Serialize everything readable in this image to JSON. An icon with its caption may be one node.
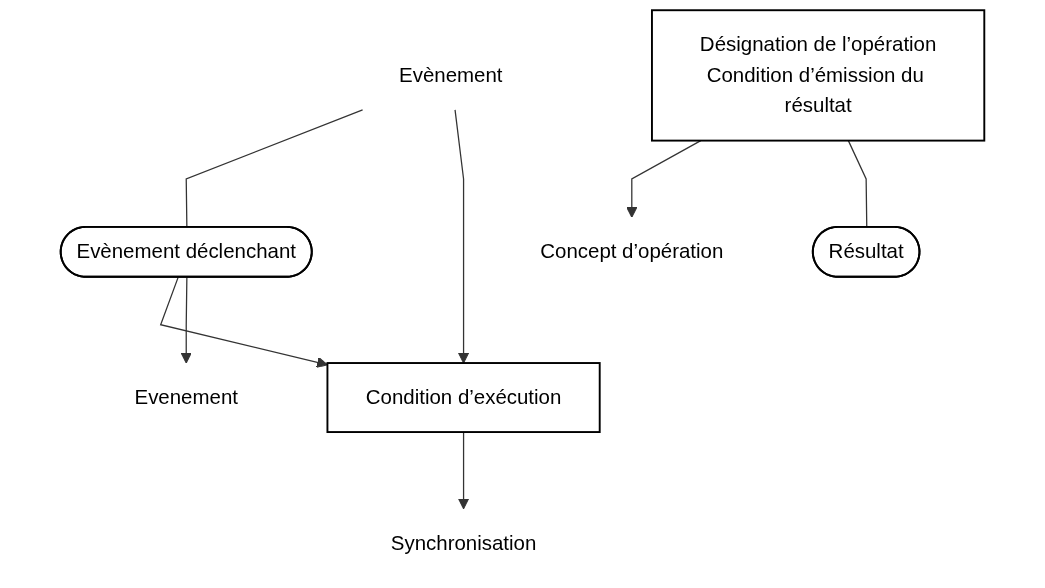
{
  "diagram": {
    "nodes": [
      {
        "text": [
          "Evènement"
        ]
      },
      {
        "text": [
          "Evènement déclenchant"
        ]
      },
      {
        "text": [
          "Evenement"
        ]
      },
      {
        "text": [
          "Condition d’exécution"
        ]
      },
      {
        "text": [
          "Synchronisation"
        ]
      },
      {
        "text": [
          "Désignation de l’opération",
          "Condition d’émission du résultat"
        ]
      },
      {
        "text": [
          "Concept d’opération"
        ]
      },
      {
        "text": [
          "Résultat"
        ]
      }
    ],
    "edges": [
      {
        "from": 0,
        "to": 1,
        "arrow": "none"
      },
      {
        "from": 0,
        "to": 3,
        "arrow": "to"
      },
      {
        "from": 1,
        "to": 3,
        "arrow": "to"
      },
      {
        "from": 1,
        "to": 2,
        "arrow": "to"
      },
      {
        "from": 3,
        "to": 4,
        "arrow": "to"
      },
      {
        "from": 5,
        "to": 6,
        "arrow": "to"
      },
      {
        "from": 5,
        "to": 7,
        "arrow": "none"
      }
    ]
  }
}
